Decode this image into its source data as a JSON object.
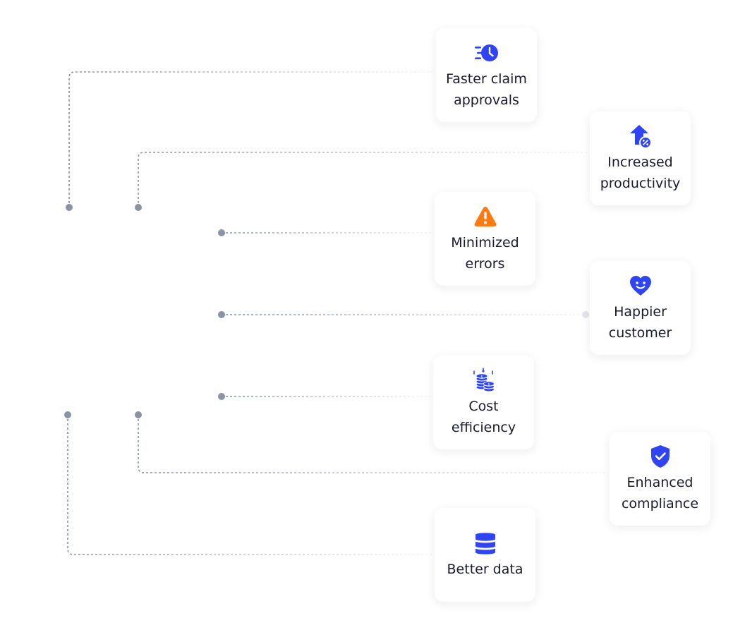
{
  "colors": {
    "connector": "#8590a6",
    "node": "#8a93a6",
    "icon_primary": "#2f45f5",
    "icon_warning": "#ff7a12",
    "text": "#1a1a2e"
  },
  "benefits": [
    {
      "label": "Faster claim approvals",
      "icon": "fast-clock-icon"
    },
    {
      "label": "Increased productivity",
      "icon": "percent-growth-icon"
    },
    {
      "label": "Minimized errors",
      "icon": "warning-icon"
    },
    {
      "label": "Happier customer",
      "icon": "smiling-heart-icon"
    },
    {
      "label": "Cost efficiency",
      "icon": "coins-icon"
    },
    {
      "label": "Enhanced compliance",
      "icon": "shield-check-icon"
    },
    {
      "label": "Better data",
      "icon": "database-icon"
    }
  ]
}
